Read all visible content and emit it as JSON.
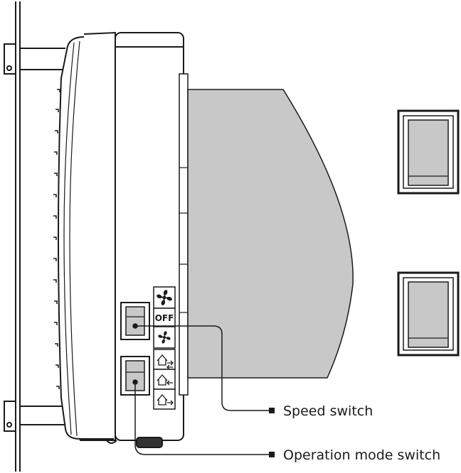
{
  "callouts": {
    "speed_switch": "Speed switch",
    "operation_mode_switch": "Operation mode switch"
  },
  "speed_panel": {
    "off_label": "OFF",
    "icons": [
      "fan-high-icon",
      "off-label",
      "fan-low-icon"
    ]
  },
  "mode_panel": {
    "icons": [
      "house-exchange-icon",
      "house-supply-icon",
      "house-exhaust-icon"
    ]
  },
  "colors": {
    "line": "#1a1a1a",
    "duct_fill": "#c8c8c8",
    "switch_fill": "#c8c8c8",
    "background": "#ffffff"
  }
}
